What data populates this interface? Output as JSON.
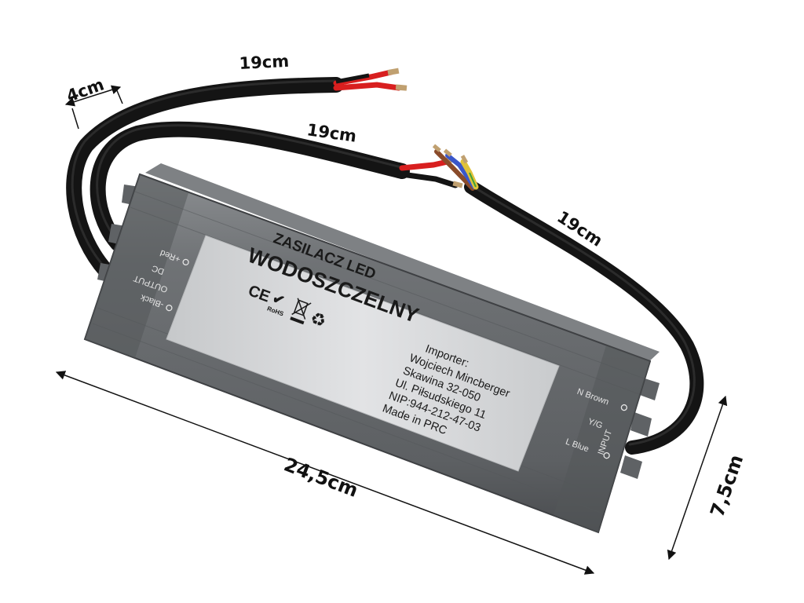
{
  "dimensions": {
    "top_cable_length": "19cm",
    "middle_cable_length": "19cm",
    "input_cable_length": "19cm",
    "cable_spacing": "4cm",
    "body_length": "24,5cm",
    "body_width": "7,5cm"
  },
  "label": {
    "title_line1": "ZASILACZ LED",
    "title_line2": "WODOSZCZELNY",
    "importer_lines": [
      "Importer:",
      "Wojciech Mincberger",
      "Skawina 32-050",
      "Ul. Piłsudskiego 11",
      "NIP:944-212-47-03",
      "Made in PRC"
    ],
    "marks": [
      "CE",
      "✔",
      "RoHS",
      "WEEE",
      "♻"
    ]
  },
  "output_side": {
    "black": "-Black",
    "output": "OUTPUT",
    "dc": "DC",
    "red": "+Red"
  },
  "input_side": {
    "brown": "N Brown",
    "yg": "Y/G",
    "input": "INPUT",
    "blue": "L Blue"
  },
  "colors": {
    "housing": "#6b6e71",
    "label_bg": "#d4d6d8",
    "cable": "#141414",
    "wire_red": "#d81f1f",
    "wire_blue": "#3a56c9",
    "wire_brown": "#8a4b2a",
    "wire_yellow": "#e0c23a"
  }
}
